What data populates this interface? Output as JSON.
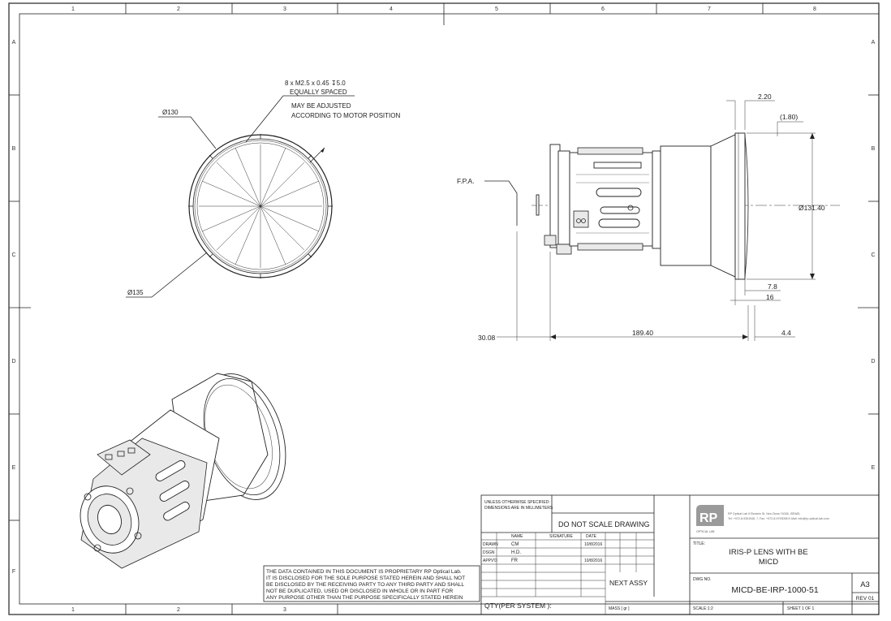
{
  "zones": {
    "columns": [
      "1",
      "2",
      "3",
      "4",
      "5",
      "6",
      "7",
      "8"
    ],
    "rows": [
      "A",
      "B",
      "C",
      "D",
      "E",
      "F"
    ]
  },
  "front_view": {
    "thread_note": "8 x M2.5 x 0.45 ↧5.0",
    "equally_spaced": "EQUALLY SPACED",
    "adjust_line1": "MAY BE ADJUSTED",
    "adjust_line2": "ACCORDING TO MOTOR POSITION",
    "dia_130": "Ø130",
    "dia_135": "Ø135"
  },
  "side_view": {
    "fpa": "F.P.A.",
    "dim_2_20": "2.20",
    "dim_1_80": "(1.80)",
    "dim_131_40": "Ø131.40",
    "dim_7_8": "7.8",
    "dim_16": "16",
    "dim_30_08": "30.08",
    "dim_189_40": "189.40",
    "dim_4_4": "4.4"
  },
  "disclaimer": [
    "THE DATA CONTAINED IN THIS DOCUMENT IS PROPRIETARY RP Optical Lab.",
    "IT IS DISCLOSED  FOR THE SOLE PURPOSE STATED HEREIN AND SHALL NOT",
    "BE DISCLOSED BY THE RECEIVING PARTY TO ANY THIRD PARTY AND  SHALL",
    "NOT BE DUPLICATED, USED OR DISCLOSED IN WHOLE OR  IN  PART FOR",
    "ANY PURPOSE OTHER THAN THE PURPOSE SPECIFICALLY STATED HEREIN"
  ],
  "title_block": {
    "unless_line1": "UNLESS OTHERWISE SPECIFIED:",
    "unless_line2": "DIMENSIONS ARE IN MILLIMETERS",
    "do_not_scale": "DO NOT SCALE DRAWING",
    "headers": {
      "name": "NAME",
      "signature": "SIGNATURE",
      "date": "DATE"
    },
    "rows": [
      {
        "role": "DRAWN",
        "name": "CM",
        "date": "10/8/2016"
      },
      {
        "role": "DSGN",
        "name": "H.D.",
        "date": ""
      },
      {
        "role": "APPV'D",
        "name": "FR",
        "date": "10/8/2016"
      }
    ],
    "next_assy": "NEXT ASSY",
    "qty": "QTY(PER SYSTEM ):",
    "mass": "MASS [ gr ]",
    "logo": "RP",
    "logo_sub": "OPTICAL LAB",
    "company_line1": "RP Optical Lab  5 Einstein St. Nes Ziona 74036, ISRAEL",
    "company_line2": "Tel: +972-8-9351546, 7, Fax: +972-8-9793098  E-Mail: info@rp-optical-lab.com",
    "title_label": "TITLE:",
    "title_line1": "IRIS-P  LENS WITH BE",
    "title_line2": "MICD",
    "dwg_label": "DWG NO.",
    "dwg_no": "MICD-BE-IRP-1000-51",
    "size": "A3",
    "rev": "REV 01",
    "scale": "SCALE:1:2",
    "sheet": "SHEET 1 OF 1"
  }
}
